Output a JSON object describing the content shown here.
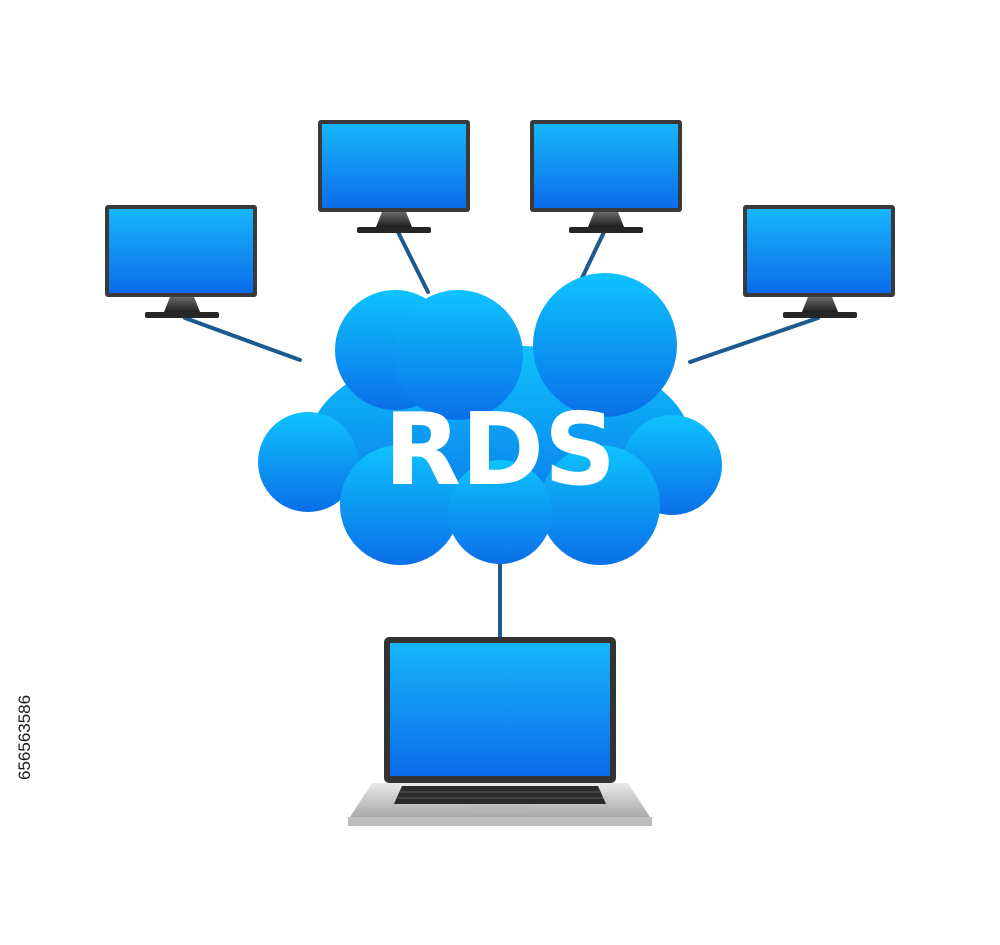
{
  "diagram": {
    "cloud_label": "RDS",
    "nodes": [
      {
        "kind": "desktop-monitor",
        "name": "monitor-1"
      },
      {
        "kind": "desktop-monitor",
        "name": "monitor-2"
      },
      {
        "kind": "desktop-monitor",
        "name": "monitor-3"
      },
      {
        "kind": "desktop-monitor",
        "name": "monitor-4"
      },
      {
        "kind": "laptop",
        "name": "laptop"
      }
    ],
    "colors": {
      "cloud_top": "#0ec3fd",
      "cloud_bottom": "#0a6fe8",
      "screen_top": "#17b6fb",
      "screen_bottom": "#0b6bea",
      "connector": "#1c5a8f",
      "device_frame": "#3a3a3a"
    }
  },
  "watermark": {
    "stock_id": "656563586"
  }
}
